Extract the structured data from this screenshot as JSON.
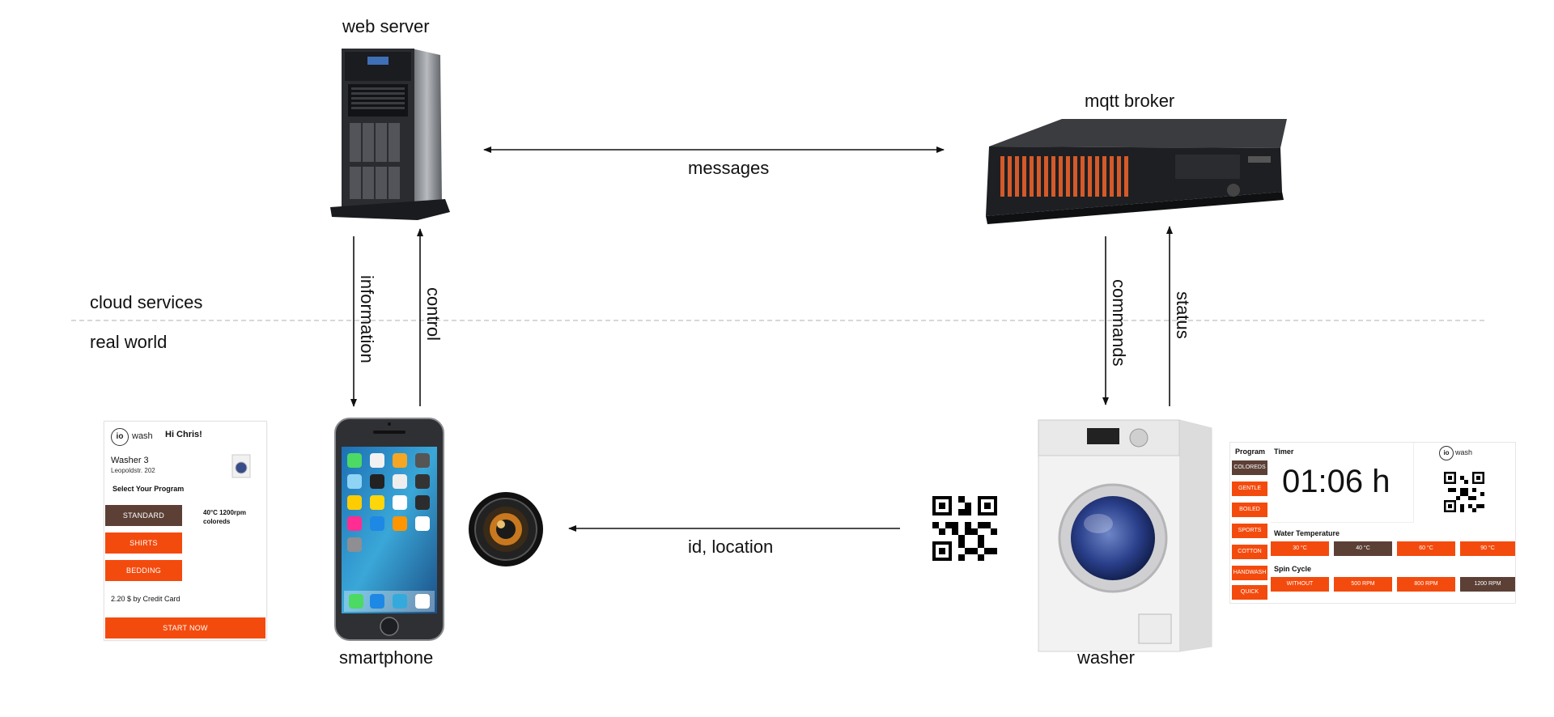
{
  "nodes": {
    "web_server": "web server",
    "mqtt_broker": "mqtt broker",
    "smartphone": "smartphone",
    "washer": "washer"
  },
  "edges": {
    "messages": "messages",
    "information": "information",
    "control": "control",
    "commands": "commands",
    "status": "status",
    "id_location": "id, location"
  },
  "sections": {
    "cloud": "cloud services",
    "real": "real world"
  },
  "phone_app": {
    "logo_circle": "io",
    "logo_text": "wash",
    "greeting": "Hi Chris!",
    "washer_name": "Washer 3",
    "address": "Leopoldstr. 202",
    "select_title": "Select Your Program",
    "programs": [
      "STANDARD",
      "SHIRTS",
      "BEDDING"
    ],
    "program_detail_line1": "40°C 1200rpm",
    "program_detail_line2": "coloreds",
    "price": "2.20 $ by Credit Card",
    "start_button": "START NOW"
  },
  "washer_panel": {
    "program_title": "Program",
    "programs": [
      "COLOREDS",
      "GENTLE",
      "BOILED",
      "SPORTS",
      "COTTON",
      "HANDWASH",
      "QUICK"
    ],
    "timer_title": "Timer",
    "timer_value": "01:06 h",
    "logo_circle": "io",
    "logo_text": "wash",
    "water_title": "Water Temperature",
    "water_options": [
      "30 °C",
      "40 °C",
      "60 °C",
      "90 °C"
    ],
    "spin_title": "Spin Cycle",
    "spin_options": [
      "WITHOUT",
      "500 RPM",
      "800 RPM",
      "1200 RPM"
    ]
  },
  "colors": {
    "accent": "#f34b0e",
    "selected": "#5c4036",
    "arrow": "#111111",
    "divider": "#cccccc"
  }
}
